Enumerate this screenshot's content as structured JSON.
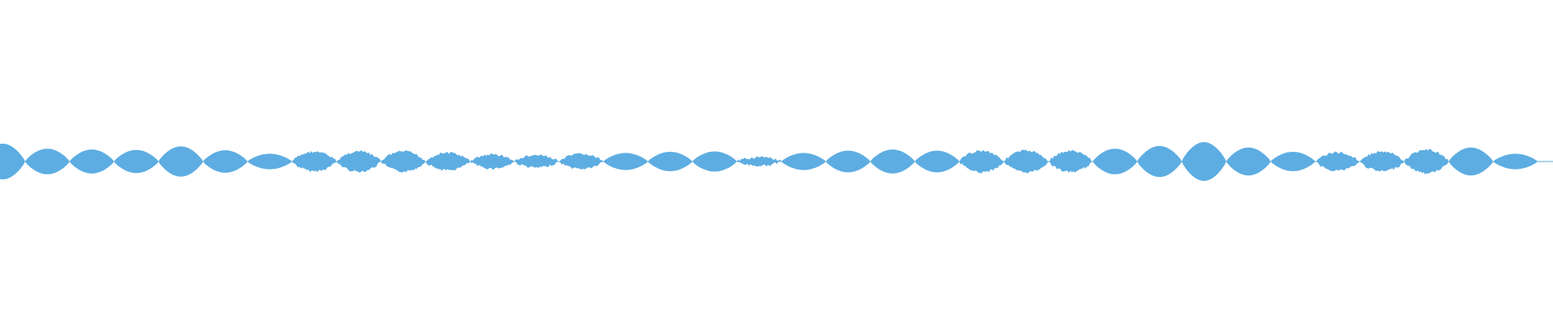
{
  "waveform": {
    "color": "#5dade2",
    "background": "#ffffff",
    "center_fraction": 0.5,
    "lobes": [
      0.92,
      0.66,
      0.62,
      0.6,
      0.78,
      0.58,
      0.4,
      0.5,
      0.52,
      0.52,
      0.45,
      0.36,
      0.32,
      0.38,
      0.44,
      0.5,
      0.52,
      0.22,
      0.44,
      0.56,
      0.62,
      0.56,
      0.56,
      0.56,
      0.54,
      0.66,
      0.8,
      1.0,
      0.72,
      0.5,
      0.46,
      0.5,
      0.6,
      0.72,
      0.4
    ],
    "noisy_lobe_indices": [
      7,
      8,
      9,
      10,
      11,
      12,
      13,
      17,
      22,
      23,
      24,
      30,
      31,
      32
    ]
  }
}
